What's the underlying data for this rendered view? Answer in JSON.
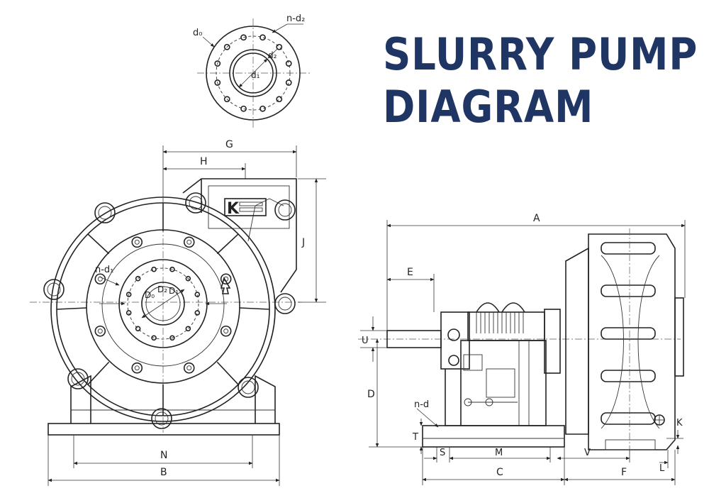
{
  "title": {
    "line1": "SLURRY PUMP",
    "line2": "DIAGRAM"
  },
  "logo_text": "K",
  "flange_labels": {
    "n_d2": "n-d₂",
    "d0": "d₀",
    "d2": "d₂",
    "d1": "d₁"
  },
  "front_labels": {
    "G": "G",
    "H": "H",
    "J": "J",
    "n_d1": "n-d₁",
    "D0": "D₀",
    "D2": "D₂",
    "D1": "D₁",
    "N": "N",
    "B": "B"
  },
  "side_labels": {
    "A": "A",
    "E": "E",
    "U": "U",
    "D": "D",
    "n_d": "n-d",
    "T": "T",
    "S": "S",
    "M": "M",
    "V": "V",
    "C": "C",
    "F": "F",
    "K": "K",
    "L": "L"
  },
  "colors": {
    "title": "#1f3563",
    "line": "#222222",
    "background": "#ffffff"
  }
}
